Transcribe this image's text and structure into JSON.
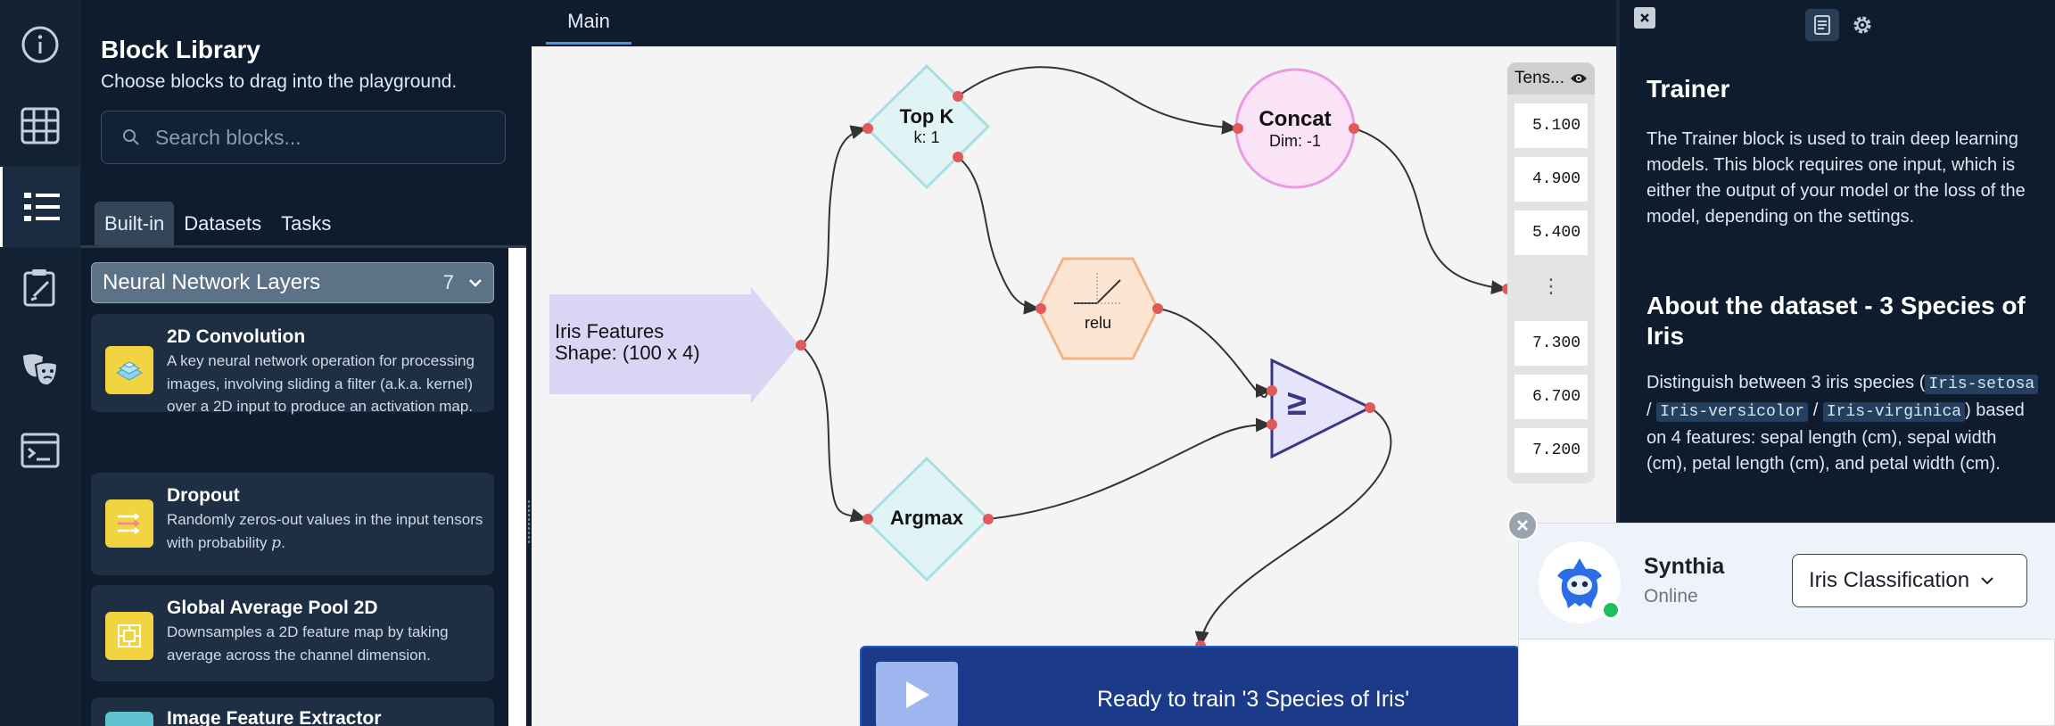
{
  "library": {
    "title": "Block Library",
    "subtitle": "Choose blocks to drag into the playground.",
    "search_placeholder": "Search blocks...",
    "tabs": [
      "Built-in",
      "Datasets",
      "Tasks"
    ],
    "active_tab": "Built-in",
    "category": {
      "name": "Neural Network Layers",
      "count": "7"
    },
    "cards": [
      {
        "title": "2D Convolution",
        "desc": "A key neural network operation for processing images, involving sliding a filter (a.k.a. kernel) over a 2D input to produce an activation map.",
        "icon": "conv-layers-icon"
      },
      {
        "title": "Dropout",
        "desc_pre": "Randomly zeros-out values in the input tensors with probability ",
        "desc_var": "p",
        "desc_post": ".",
        "icon": "dropout-arrows-icon"
      },
      {
        "title": "Global Average Pool 2D",
        "desc": "Downsamples a 2D feature map by taking average across the channel dimension.",
        "icon": "pool-grid-icon"
      },
      {
        "title": "Image Feature Extractor",
        "desc": "",
        "icon": "image-extractor-icon"
      }
    ]
  },
  "rail": {
    "items": [
      "info-icon",
      "grid-icon",
      "list-icon",
      "clipboard-icon",
      "theater-masks-icon",
      "terminal-icon"
    ],
    "active": "list-icon"
  },
  "main": {
    "tab": "Main",
    "nodes": {
      "input": {
        "title": "Iris Features",
        "shape": "Shape: (100 x 4)"
      },
      "topk": {
        "title": "Top K",
        "param": "k: 1"
      },
      "concat": {
        "title": "Concat",
        "param": "Dim: -1"
      },
      "relu": {
        "title": "relu"
      },
      "argmax": {
        "title": "Argmax"
      },
      "compare": {
        "symbol": "≥"
      }
    },
    "tensor": {
      "title": "Tens...",
      "values": [
        "5.100",
        "4.900",
        "5.400",
        "7.300",
        "6.700",
        "7.200"
      ],
      "ellipsis": "⋮"
    },
    "train_text": "Ready to train '3 Species of Iris'"
  },
  "docs": {
    "heading": "Trainer",
    "paragraph": "The Trainer block is used to train deep learning models. This block requires one input, which is either the output of your model or the loss of the model, depending on the settings.",
    "dataset_heading": "About the dataset - 3 Species of Iris",
    "dataset_pre": "Distinguish between 3 iris species (",
    "species": [
      "Iris-setosa",
      "Iris-versicolor",
      "Iris-virginica"
    ],
    "sep": " / ",
    "dataset_post": ") based on 4 features: sepal length (cm), sepal width (cm), petal length (cm), and petal width (cm)."
  },
  "chat": {
    "name": "Synthia",
    "status": "Online",
    "selected_task": "Iris Classification"
  },
  "colors": {
    "accent": "#4f8fe0",
    "node_blue_fill": "#e0f4f6",
    "node_blue_stroke": "#a8dfe3",
    "concat_fill": "#fbe3f7",
    "concat_stroke": "#e99be4",
    "relu_fill": "#fde5d3",
    "relu_stroke": "#f3b386",
    "input_fill": "#d9d5f5",
    "compare_fill": "#e6e4fb",
    "compare_stroke": "#3b3685",
    "port": "#e05a5a",
    "train_bar": "#1b3a8a"
  }
}
